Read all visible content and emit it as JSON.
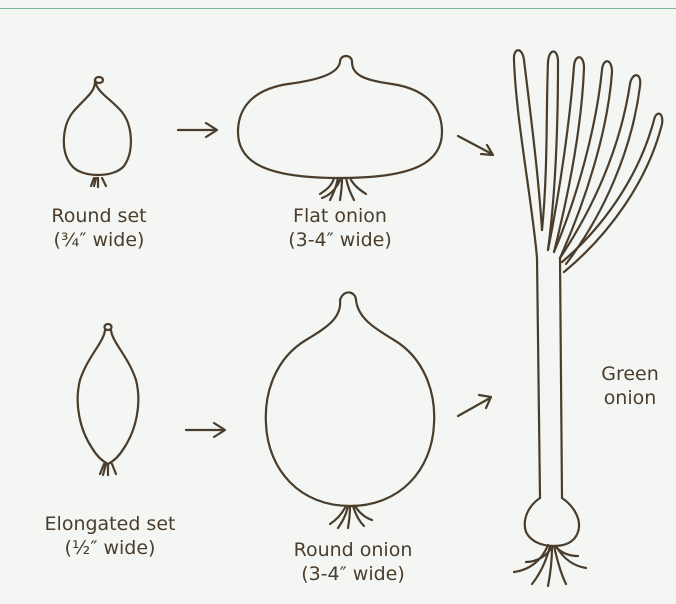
{
  "labels": {
    "round_set": {
      "name": "Round set",
      "size": "(¾″ wide)"
    },
    "flat_onion": {
      "name": "Flat onion",
      "size": "(3-4″ wide)"
    },
    "elongated_set": {
      "name": "Elongated set",
      "size": "(½″ wide)"
    },
    "round_onion": {
      "name": "Round onion",
      "size": "(3-4″ wide)"
    },
    "green_onion": {
      "line1": "Green",
      "line2": "onion"
    }
  },
  "colors": {
    "ink": "#4a3d2c",
    "rule": "#7fb39a",
    "background": "#f4f6f3"
  }
}
